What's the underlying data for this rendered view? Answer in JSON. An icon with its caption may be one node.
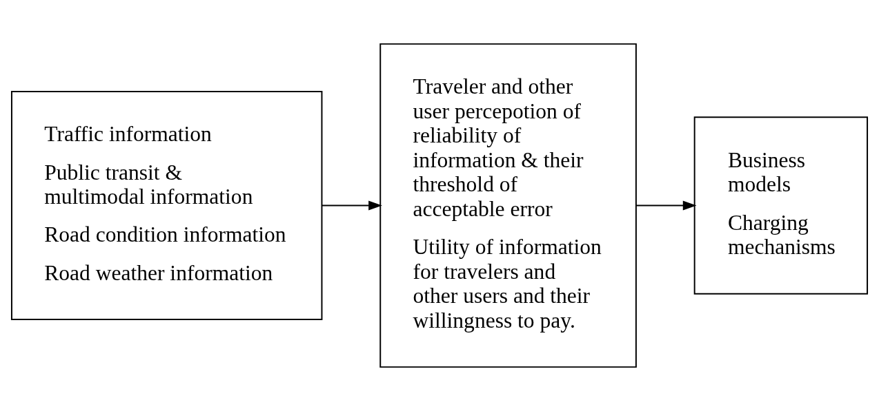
{
  "diagram": {
    "nodes": [
      {
        "text": [
          "Traffic information",
          "Public transit & multimodal information",
          "Road condition information",
          "Road weather information"
        ]
      },
      {
        "text": [
          "Traveler and other user percepotion of reliability of information & their threshold of acceptable error",
          "Utility of information for travelers and other users and their willingness to pay."
        ]
      },
      {
        "text": [
          "Business models",
          "Charging mechanisms"
        ]
      }
    ],
    "edges": [
      {
        "from": 0,
        "to": 1,
        "arrow": "to"
      },
      {
        "from": 1,
        "to": 2,
        "arrow": "to"
      }
    ]
  }
}
